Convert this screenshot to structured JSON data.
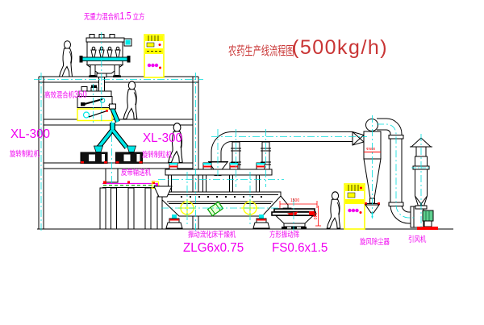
{
  "title": {
    "name": "农药生产线流程图",
    "capacity": "(500kg/h)"
  },
  "labels": {
    "top_mixer": {
      "name": "无重力混合机",
      "size": "1.5",
      "unit": "立方"
    },
    "mixer2": {
      "name": "高效混合机",
      "size": "350"
    },
    "granulator_left": {
      "model": "XL-300",
      "name": "旋转制粒机"
    },
    "granulator_right": {
      "model": "XL-300",
      "name": "旋转制粒机"
    },
    "belt_conveyor": "皮带输送机",
    "dryer": {
      "name": "振动流化床干燥机",
      "model": "ZLG6x0.75"
    },
    "screen": {
      "name": "方形振动筛",
      "model": "FS0.6x1.5"
    },
    "cyclone": "旋风除尘器",
    "fan": "引风机"
  },
  "dimensions": {
    "screen_length": "1500",
    "screen_height": "540",
    "cyclone_diameter": "Φ500"
  },
  "colors": {
    "line": "#000000",
    "centerline": "#00dcdc",
    "label": "#f000f0",
    "title": "#c93535",
    "highlight": "#ffff00",
    "accent": "#ff0000",
    "belt_green": "#00a000"
  }
}
